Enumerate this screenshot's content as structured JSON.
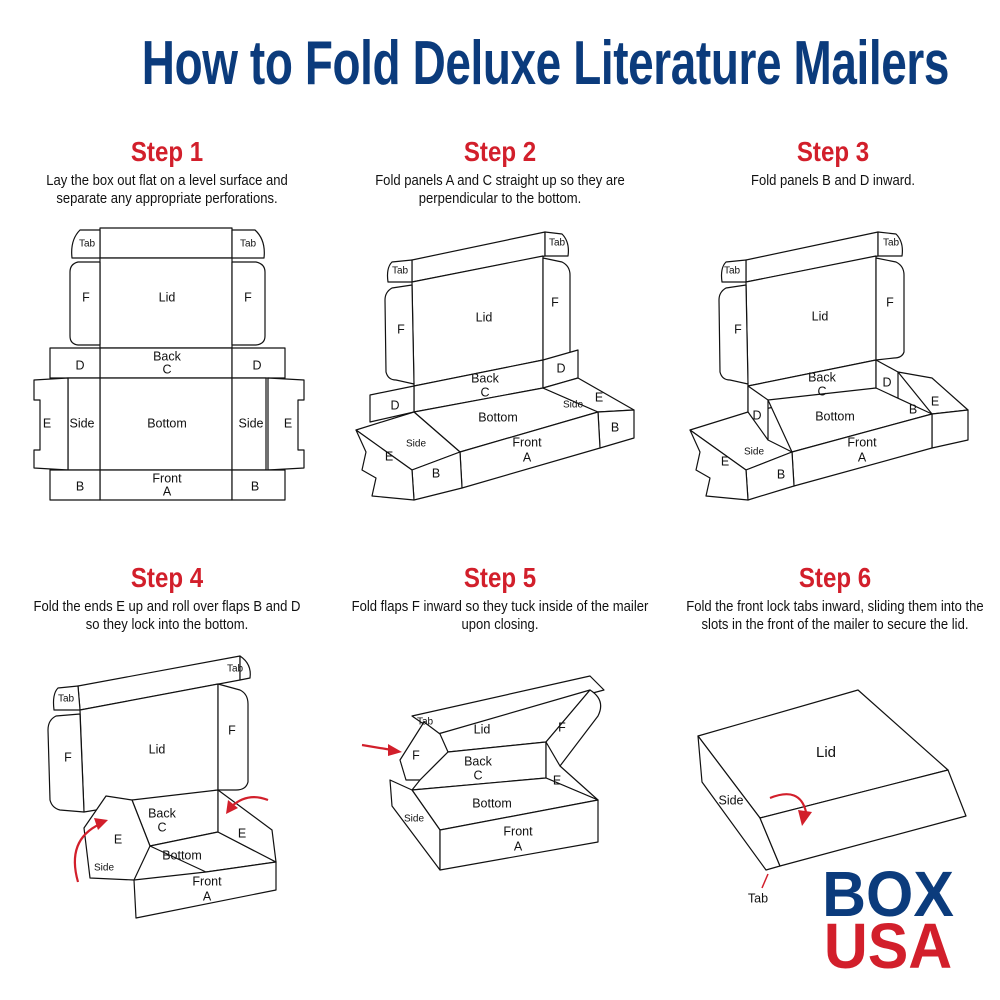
{
  "title": "How to Fold Deluxe Literature Mailers",
  "steps": [
    {
      "title": "Step 1",
      "text1": "Lay the box out flat on a level surface and",
      "text2": "separate any appropriate perforations.",
      "labels": [
        "Tab",
        "Tab",
        "F",
        "Lid",
        "F",
        "Back",
        "C",
        "D",
        "D",
        "E",
        "Side",
        "Bottom",
        "Side",
        "E",
        "Front",
        "A",
        "B",
        "B"
      ]
    },
    {
      "title": "Step 2",
      "text1": "Fold panels A and C straight up so they are",
      "text2": "perpendicular to the bottom.",
      "labels": [
        "Tab",
        "Tab",
        "F",
        "Lid",
        "F",
        "Back",
        "C",
        "D",
        "D",
        "Bottom",
        "Side",
        "E",
        "Side",
        "Front",
        "A",
        "E",
        "B",
        "B"
      ]
    },
    {
      "title": "Step 3",
      "text1": "Fold panels B and D inward.",
      "text2": "",
      "labels": [
        "Tab",
        "Tab",
        "F",
        "Lid",
        "F",
        "Back",
        "C",
        "D",
        "D",
        "Bottom",
        "B",
        "E",
        "E",
        "Side",
        "B",
        "Front",
        "A"
      ]
    },
    {
      "title": "Step 4",
      "text1": "Fold the ends E up and roll over flaps B and D",
      "text2": "so they lock into the bottom.",
      "labels": [
        "Tab",
        "Tab",
        "F",
        "Lid",
        "F",
        "Back",
        "C",
        "E",
        "E",
        "Bottom",
        "Side",
        "Front",
        "A"
      ]
    },
    {
      "title": "Step 5",
      "text1": "Fold flaps F inward so they tuck inside of the mailer",
      "text2": "upon closing.",
      "labels": [
        "Tab",
        "Lid",
        "F",
        "F",
        "Back",
        "C",
        "E",
        "Bottom",
        "Side",
        "Front",
        "A"
      ]
    },
    {
      "title": "Step 6",
      "text1": "Fold the front lock tabs inward, sliding them into the",
      "text2": "slots in the front of the mailer to secure the lid.",
      "labels": [
        "Lid",
        "Side",
        "Tab"
      ]
    }
  ],
  "logo": {
    "line1": "BOX",
    "line2": "USA"
  },
  "colors": {
    "navy": "#0b3b7c",
    "red": "#d21f2b"
  }
}
